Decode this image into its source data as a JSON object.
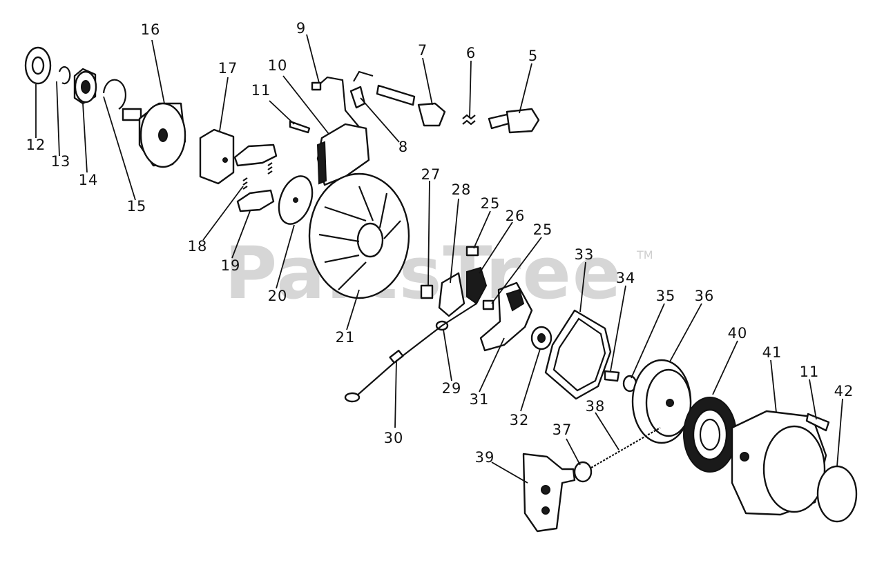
{
  "watermark": {
    "text": "PartsTree",
    "trademark": "TM"
  },
  "callouts": [
    {
      "id": "c12",
      "label": "12"
    },
    {
      "id": "c13",
      "label": "13"
    },
    {
      "id": "c14",
      "label": "14"
    },
    {
      "id": "c15",
      "label": "15"
    },
    {
      "id": "c16",
      "label": "16"
    },
    {
      "id": "c17",
      "label": "17"
    },
    {
      "id": "c11a",
      "label": "11"
    },
    {
      "id": "c10",
      "label": "10"
    },
    {
      "id": "c9",
      "label": "9"
    },
    {
      "id": "c8",
      "label": "8"
    },
    {
      "id": "c7",
      "label": "7"
    },
    {
      "id": "c6",
      "label": "6"
    },
    {
      "id": "c5",
      "label": "5"
    },
    {
      "id": "c18",
      "label": "18"
    },
    {
      "id": "c19",
      "label": "19"
    },
    {
      "id": "c20",
      "label": "20"
    },
    {
      "id": "c21",
      "label": "21"
    },
    {
      "id": "c27",
      "label": "27"
    },
    {
      "id": "c28",
      "label": "28"
    },
    {
      "id": "c25a",
      "label": "25"
    },
    {
      "id": "c26",
      "label": "26"
    },
    {
      "id": "c25b",
      "label": "25"
    },
    {
      "id": "c33",
      "label": "33"
    },
    {
      "id": "c34",
      "label": "34"
    },
    {
      "id": "c35",
      "label": "35"
    },
    {
      "id": "c36",
      "label": "36"
    },
    {
      "id": "c40",
      "label": "40"
    },
    {
      "id": "c41",
      "label": "41"
    },
    {
      "id": "c11b",
      "label": "11"
    },
    {
      "id": "c42",
      "label": "42"
    },
    {
      "id": "c29",
      "label": "29"
    },
    {
      "id": "c30",
      "label": "30"
    },
    {
      "id": "c31",
      "label": "31"
    },
    {
      "id": "c32",
      "label": "32"
    },
    {
      "id": "c37",
      "label": "37"
    },
    {
      "id": "c38",
      "label": "38"
    },
    {
      "id": "c39",
      "label": "39"
    }
  ]
}
